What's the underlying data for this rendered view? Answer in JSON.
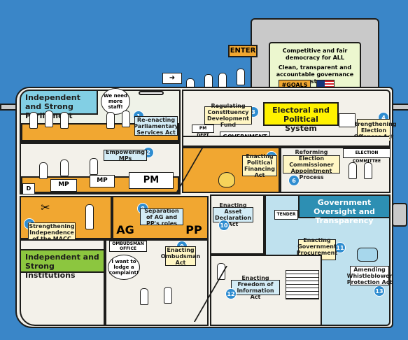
{
  "machine": {
    "enter_label": "ENTER",
    "goals_label": "#GOALS",
    "screen_line1": "Competitive and fair democracy for ALL",
    "screen_line2": "Clean, transparent and accountable governance system"
  },
  "sections": {
    "parliament": "Independent and Strong Parliament",
    "electoral": "Electoral and Political System",
    "institutions": "Independent and Strong Institutions",
    "oversight": "Government Oversight and Transparency"
  },
  "items": [
    {
      "num": "1",
      "label": "Re-enacting Parliamentary Services Act"
    },
    {
      "num": "2",
      "label": "Empowering MPs"
    },
    {
      "num": "3",
      "label": "Regulating Constituency Development Fund"
    },
    {
      "num": "4",
      "label": "Strengthening Election Offences Act"
    },
    {
      "num": "5",
      "label": "Enacting Political Financing Act"
    },
    {
      "num": "6",
      "label": "Reforming Election Commissioner Appointment Process"
    },
    {
      "num": "7",
      "label": "Strengthening Independence of the MACC"
    },
    {
      "num": "8",
      "label": "Separation of AG and PP's roles"
    },
    {
      "num": "9",
      "label": "Enacting Ombudsman Act"
    },
    {
      "num": "10",
      "label": "Enacting Asset Declaration Act"
    },
    {
      "num": "11",
      "label": "Enacting Government Procurement Act"
    },
    {
      "num": "12",
      "label": "Enacting Freedom of Information Act"
    },
    {
      "num": "13",
      "label": "Amending Whistleblower Protection Act"
    }
  ],
  "labels": {
    "mp1": "MP",
    "mp2": "MP",
    "pm": "PM",
    "d": "D",
    "government": "GOVERNMENT",
    "pm_dept": "PM DEPT",
    "election_committee": "ELECTION COMMITTEE",
    "ag": "AG",
    "pp": "PP",
    "ombudsman_office": "OMBUDSMAN OFFICE",
    "tender": "TENDER",
    "speech1": "We need more staff!",
    "speech2": "I want to lodge a complaint!"
  },
  "colors": {
    "background": "#3a86c8",
    "orange": "#f1a731",
    "badge_blue": "#2f8dd0",
    "badge_green": "#7cc04a"
  }
}
